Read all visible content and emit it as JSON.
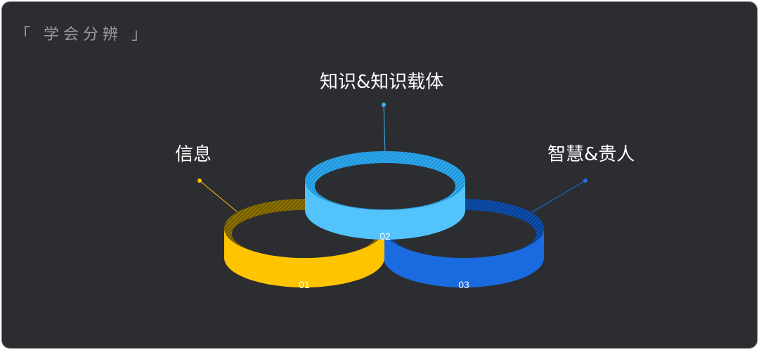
{
  "header": {
    "title": "「 学会分辨 」"
  },
  "labels": {
    "left": "信息",
    "center": "知识&知识载体",
    "right": "智慧&贵人"
  },
  "rings": [
    {
      "number": "01",
      "color": "#ffc400"
    },
    {
      "number": "02",
      "color": "#38b7f2"
    },
    {
      "number": "03",
      "color": "#1e6fe6"
    }
  ]
}
